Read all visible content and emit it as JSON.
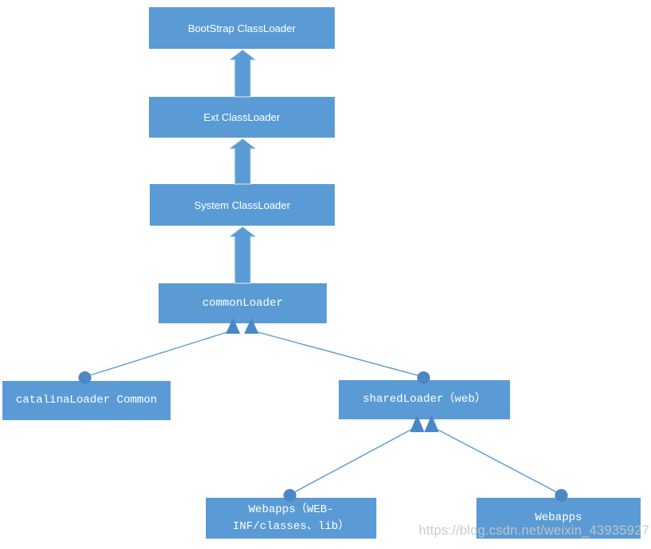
{
  "diagram": {
    "type": "classloader-hierarchy",
    "nodes": {
      "bootstrap": {
        "label": "BootStrap ClassLoader"
      },
      "ext": {
        "label": "Ext ClassLoader"
      },
      "system": {
        "label": "System ClassLoader"
      },
      "common": {
        "label": "commonLoader"
      },
      "catalina": {
        "label": "catalinaLoader Common"
      },
      "shared": {
        "label": "sharedLoader（web）"
      },
      "webapps_classes": {
        "label": "Webapps（WEB-INF/classes、lib）"
      },
      "webapps": {
        "label": "Webapps"
      }
    },
    "edges": [
      {
        "from": "ext",
        "to": "bootstrap",
        "style": "block-arrow-up"
      },
      {
        "from": "system",
        "to": "ext",
        "style": "block-arrow-up"
      },
      {
        "from": "common",
        "to": "system",
        "style": "block-arrow-up"
      },
      {
        "from": "catalina",
        "to": "common",
        "style": "line-circle-to-arrow"
      },
      {
        "from": "shared",
        "to": "common",
        "style": "line-circle-to-arrow"
      },
      {
        "from": "webapps_classes",
        "to": "shared",
        "style": "line-circle-to-arrow"
      },
      {
        "from": "webapps",
        "to": "shared",
        "style": "line-circle-to-arrow"
      }
    ],
    "colors": {
      "box_fill": "#5b9bd5",
      "box_text": "#ffffff",
      "block_arrow_fill": "#5b9bd5",
      "block_arrow_outline": "#dcebf7",
      "connector_line": "#5b9bd5",
      "connector_endpoint": "#4c87c5",
      "background": "#ffffff"
    }
  },
  "watermark": {
    "text": "https://blog.csdn.net/weixin_43935927",
    "color": "#c7c7c7"
  }
}
